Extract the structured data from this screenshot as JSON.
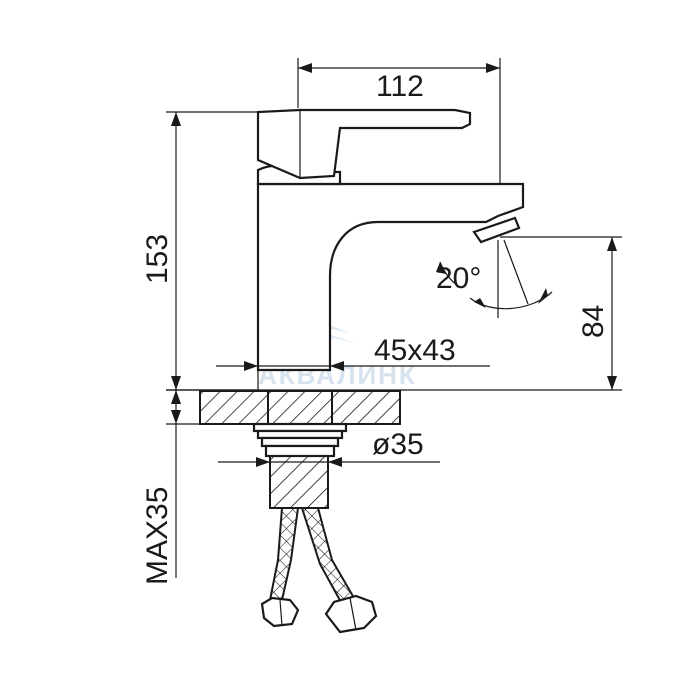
{
  "drawing": {
    "width_label": "112",
    "height_label": "153",
    "spout_height_label": "84",
    "angle_label": "20°",
    "base_size_label": "45x43",
    "hole_diameter_label": "ø35",
    "max_thickness_label": "MAX35"
  },
  "watermark": {
    "text": "АКВАЛИНК"
  },
  "colors": {
    "line": "#1a1a1a",
    "watermark": "#d6e3ef"
  }
}
